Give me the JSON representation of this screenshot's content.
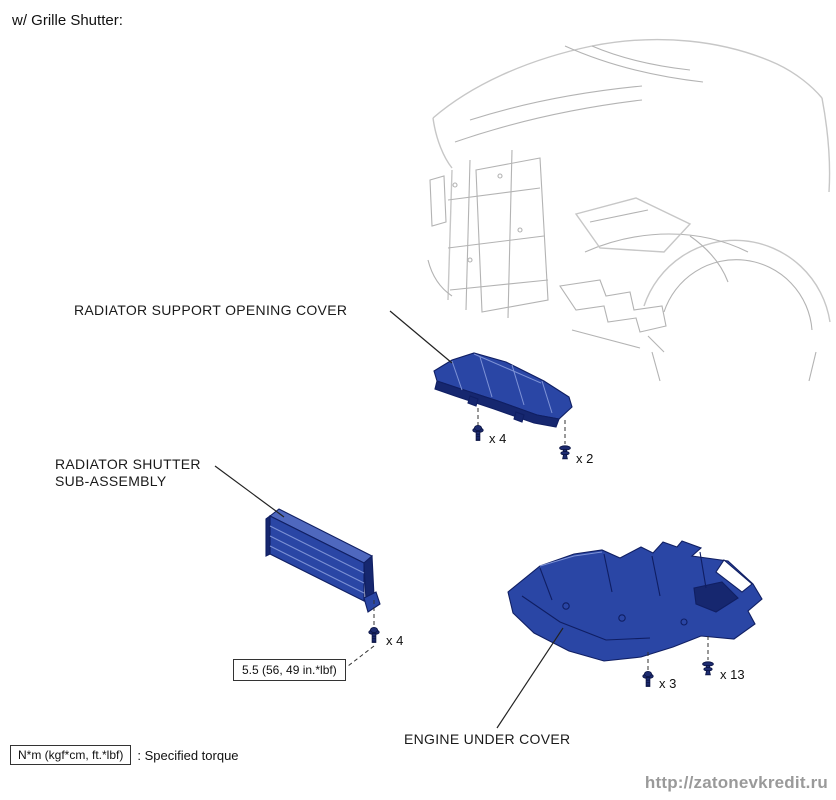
{
  "page": {
    "header_note": "w/ Grille Shutter:",
    "watermark": "http://zatonevkredit.ru"
  },
  "labels": {
    "support_cover": "RADIATOR SUPPORT OPENING COVER",
    "shutter_line1": "RADIATOR SHUTTER",
    "shutter_line2": "SUB-ASSEMBLY",
    "engine_under_cover": "ENGINE UNDER COVER"
  },
  "callouts": {
    "support_bolts": "x 4",
    "support_clips": "x 2",
    "shutter_bolts": "x 4",
    "under_cover_bolts": "x 3",
    "under_cover_clips": "x 13"
  },
  "torque": {
    "shutter_spec": "5.5 (56, 49 in.*lbf)"
  },
  "legend": {
    "symbol": "N*m (kgf*cm, ft.*lbf)",
    "description": ": Specified torque"
  },
  "icons": {
    "bolt": "bolt-icon",
    "clip": "clip-icon"
  },
  "colors": {
    "part_fill": "#2a46a5",
    "part_dark": "#16276f",
    "part_light": "#4f68be",
    "sketch_gray": "#c7c7c7",
    "watermark_gray": "#9a9a9a"
  }
}
